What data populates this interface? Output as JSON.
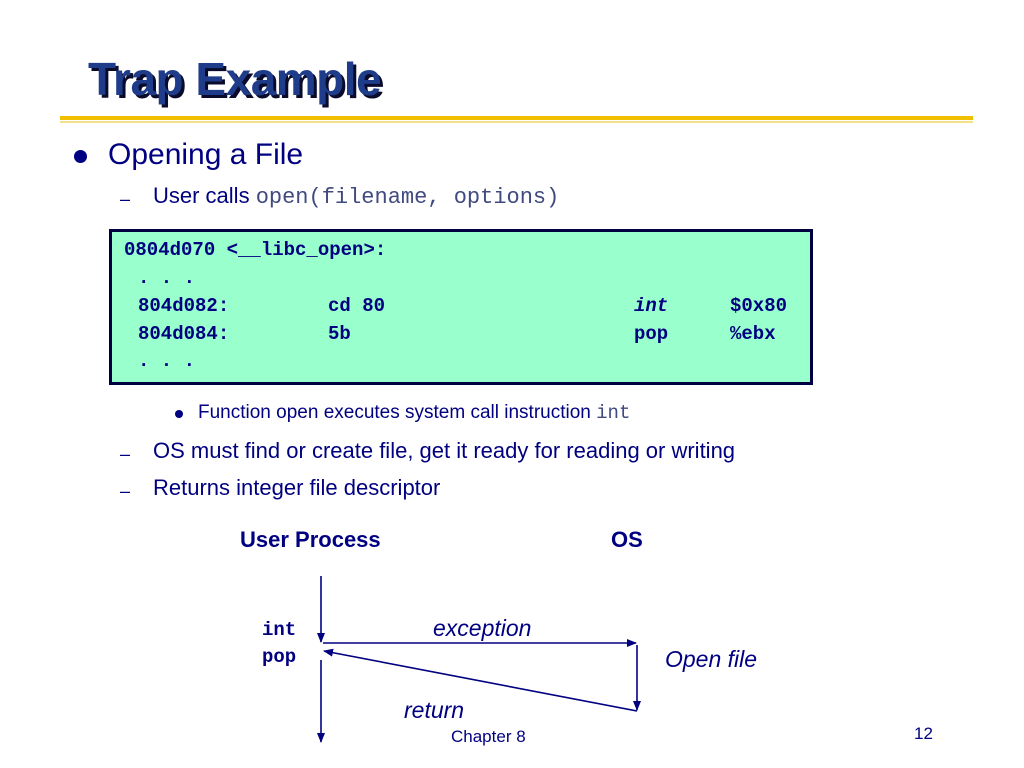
{
  "slide": {
    "title": "Trap Example",
    "bullet1": "Opening a File",
    "sub1_prefix": "User calls ",
    "sub1_code": "open(filename, options)",
    "dash": "–",
    "code_block": {
      "header": "0804d070 <__libc_open>:",
      "ellipsis1": ". . .",
      "rows": [
        {
          "addr": "804d082:",
          "bytes": "cd 80",
          "op": "int",
          "arg": "$0x80"
        },
        {
          "addr": "804d084:",
          "bytes": "5b",
          "op": "pop",
          "arg": "%ebx"
        }
      ],
      "ellipsis2": ". . ."
    },
    "sub_bullet_text": "Function open executes system call instruction ",
    "sub_bullet_code": "int",
    "sub2": "OS must find or create file, get it ready for reading or writing",
    "sub3": "Returns integer file descriptor",
    "diagram": {
      "user_process_label": "User Process",
      "os_label": "OS",
      "int_label": "int",
      "pop_label": "pop",
      "exception_label": "exception",
      "open_file_label": "Open file",
      "return_label": "return"
    },
    "footer_center": "Chapter 8",
    "page_number": "12",
    "colors": {
      "title": "#1f3c8a",
      "text": "#000080",
      "rule": "#f0c000",
      "code_bg": "#99ffcc"
    }
  }
}
